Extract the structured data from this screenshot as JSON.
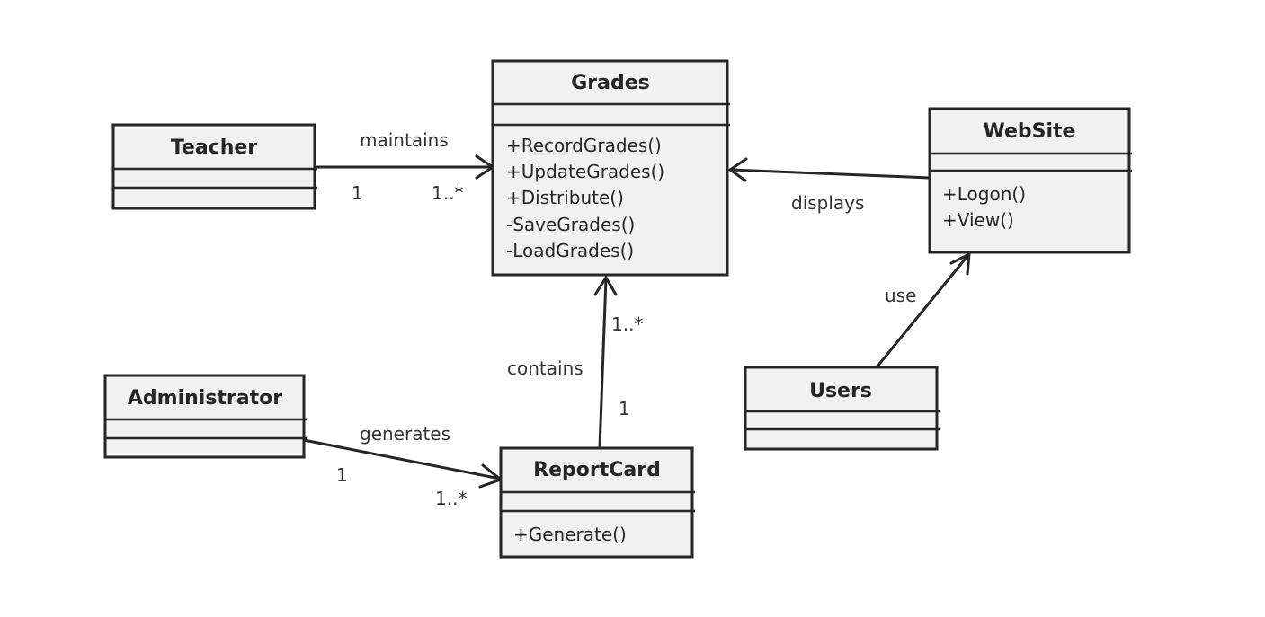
{
  "classes": {
    "grades": {
      "name": "Grades",
      "methods": [
        "+RecordGrades()",
        "+UpdateGrades()",
        "+Distribute()",
        "-SaveGrades()",
        "-LoadGrades()"
      ]
    },
    "teacher": {
      "name": "Teacher"
    },
    "website": {
      "name": "WebSite",
      "methods": [
        "+Logon()",
        "+View()"
      ]
    },
    "administrator": {
      "name": "Administrator"
    },
    "reportcard": {
      "name": "ReportCard",
      "methods": [
        "+Generate()"
      ]
    },
    "users": {
      "name": "Users"
    }
  },
  "associations": {
    "maintains": {
      "label": "maintains",
      "source_mult": "1",
      "target_mult": "1..*"
    },
    "displays": {
      "label": "displays"
    },
    "contains": {
      "label": "contains",
      "source_mult": "1",
      "target_mult": "1..*"
    },
    "generates": {
      "label": "generates",
      "source_mult": "1",
      "target_mult": "1..*"
    },
    "use": {
      "label": "use"
    }
  }
}
